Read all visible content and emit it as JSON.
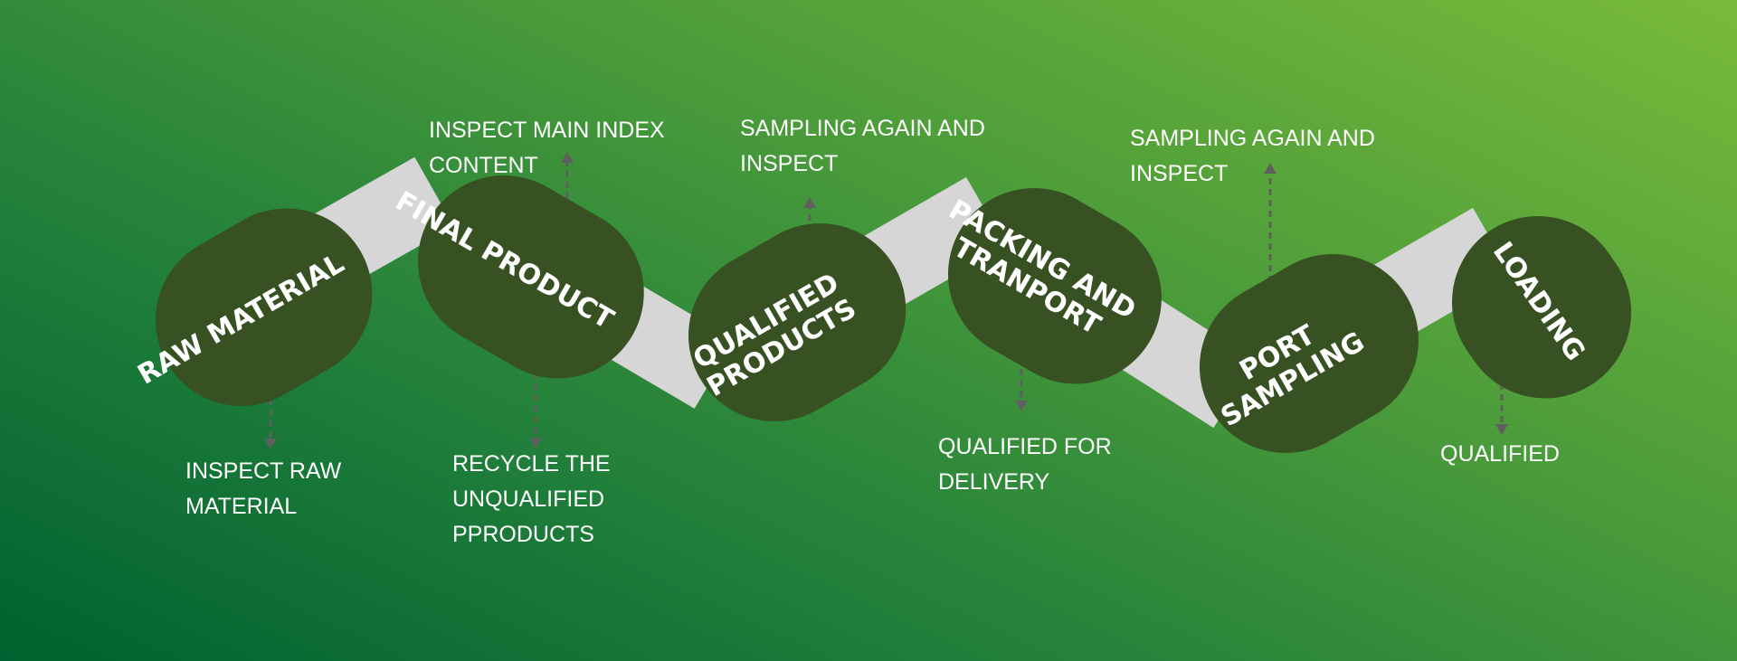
{
  "colors": {
    "band": "#d6d6d6",
    "stage_fill": "#375122",
    "stage_text": "#ffffff",
    "arrow": "#5f5f5f",
    "background_dark": "#006130",
    "background_light": "#79bb3a"
  },
  "stages": [
    {
      "label_lines": [
        "RAW MATERIAL"
      ]
    },
    {
      "label_lines": [
        "FINAL PRODUCT"
      ]
    },
    {
      "label_lines": [
        "QUALIFIED",
        "PRODUCTS"
      ]
    },
    {
      "label_lines": [
        "PACKING AND",
        "TRANPORT"
      ]
    },
    {
      "label_lines": [
        "PORT",
        "SAMPLING"
      ]
    },
    {
      "label_lines": [
        "LOADING"
      ]
    }
  ],
  "notes": [
    {
      "lines": [
        "INSPECT RAW",
        "MATERIAL"
      ]
    },
    {
      "lines": [
        "INSPECT MAIN INDEX",
        "CONTENT"
      ]
    },
    {
      "lines": [
        "RECYCLE THE",
        "UNQUALIFIED",
        "PPRODUCTS"
      ]
    },
    {
      "lines": [
        "SAMPLING AGAIN AND",
        "INSPECT"
      ]
    },
    {
      "lines": [
        "QUALIFIED FOR",
        "DELIVERY"
      ]
    },
    {
      "lines": [
        "SAMPLING AGAIN AND",
        "INSPECT"
      ]
    },
    {
      "lines": [
        "QUALIFIED"
      ]
    }
  ]
}
